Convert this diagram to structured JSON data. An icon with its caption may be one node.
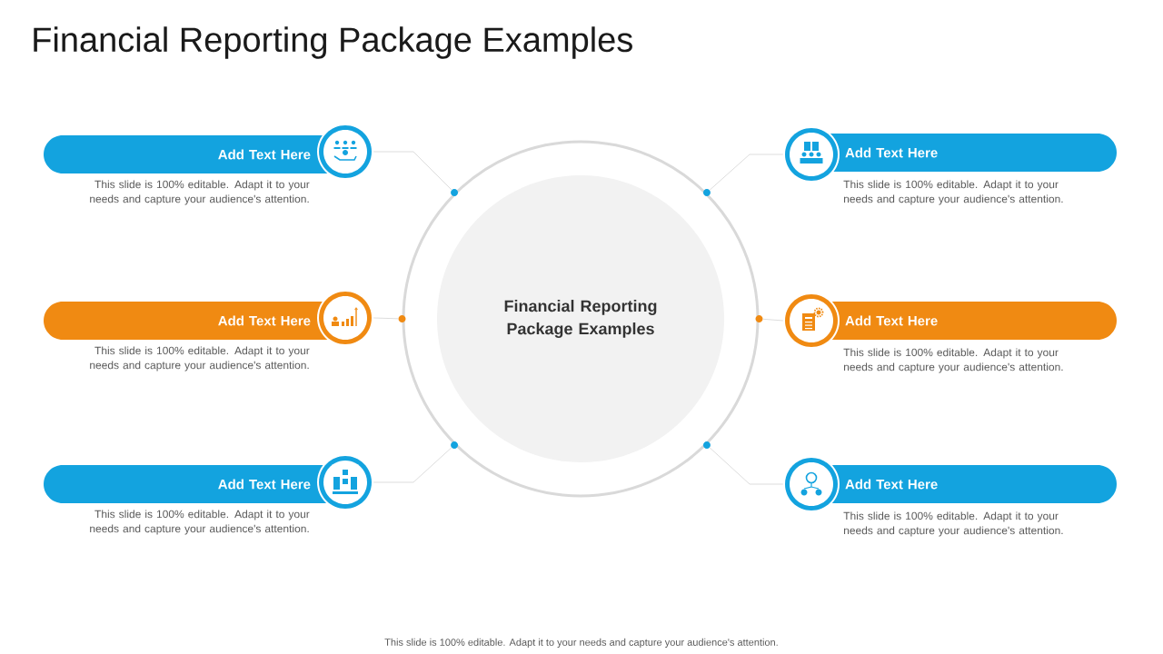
{
  "diagram": {
    "title": "Financial Reporting Package Examples",
    "nodes": [
      {
        "text": [
          "Financial Reporting Package Examples"
        ]
      },
      {
        "text": [
          "Add Text Here"
        ],
        "beside": [
          "This slide is 100% editable. Adapt it to your needs and capture your audience's attention."
        ]
      },
      {
        "text": [
          "Add Text Here"
        ],
        "beside": [
          "This slide is 100% editable. Adapt it to your needs and capture your audience's attention."
        ]
      },
      {
        "text": [
          "Add Text Here"
        ],
        "beside": [
          "This slide is 100% editable. Adapt it to your needs and capture your audience's attention."
        ]
      },
      {
        "text": [
          "Add Text Here"
        ],
        "beside": [
          "This slide is 100% editable. Adapt it to your needs and capture your audience's attention."
        ]
      },
      {
        "text": [
          "Add Text Here"
        ],
        "beside": [
          "This slide is 100% editable. Adapt it to your needs and capture your audience's attention."
        ]
      },
      {
        "text": [
          "Add Text Here"
        ],
        "beside": [
          "This slide is 100% editable. Adapt it to your needs and capture your audience's attention."
        ]
      },
      {
        "text": [],
        "shape": "circle"
      },
      {
        "text": [],
        "shape": "circle"
      },
      {
        "text": [],
        "shape": "circle"
      },
      {
        "text": [],
        "shape": "circle"
      },
      {
        "text": [],
        "shape": "circle"
      },
      {
        "text": [],
        "shape": "circle"
      }
    ],
    "edges": [
      {
        "from": 1,
        "to": 7,
        "arrow": "none"
      },
      {
        "from": 2,
        "to": 8,
        "arrow": "none"
      },
      {
        "from": 3,
        "to": 9,
        "arrow": "none"
      },
      {
        "from": 4,
        "to": 10,
        "arrow": "none"
      },
      {
        "from": 5,
        "to": 11,
        "arrow": "none"
      },
      {
        "from": 6,
        "to": 12,
        "arrow": "none"
      }
    ],
    "labels": [
      "This slide is 100% editable. Adapt it to your needs and capture your audience's attention."
    ]
  }
}
